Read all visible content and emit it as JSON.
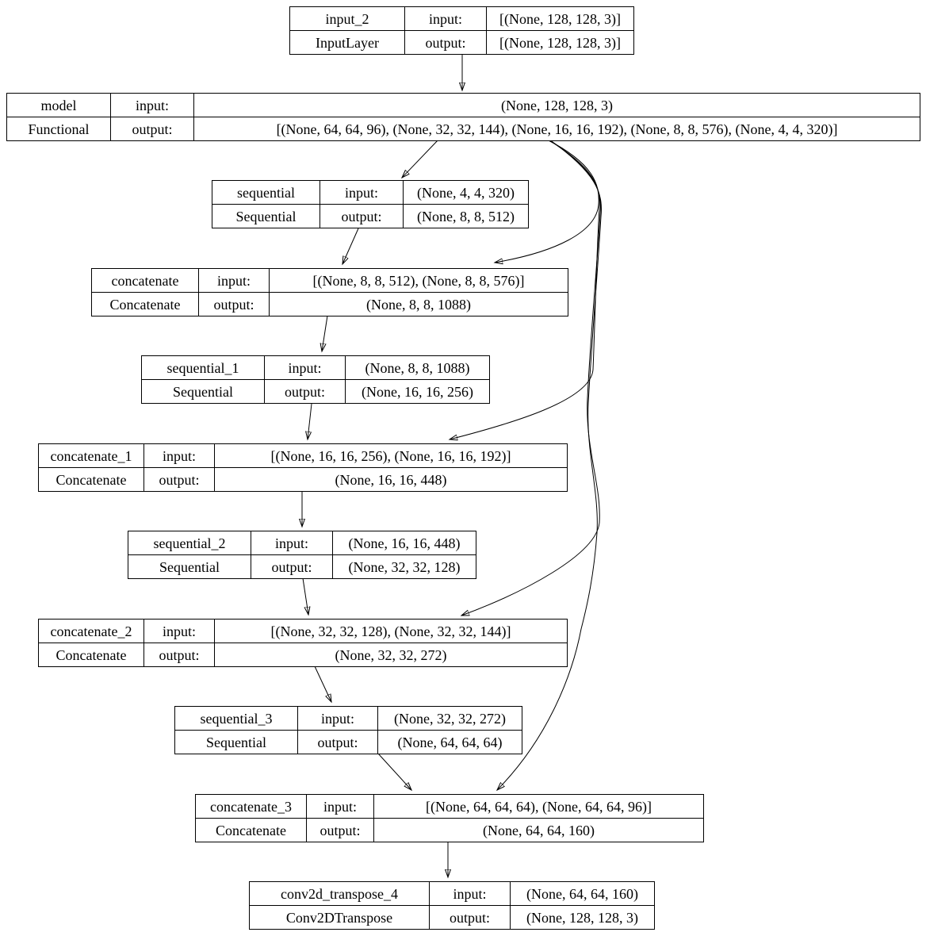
{
  "diagram": {
    "kind": "keras-model-architecture-graph",
    "labels": {
      "input": "input:",
      "output": "output:"
    },
    "nodes": [
      {
        "id": "input_2",
        "name": "input_2",
        "layer_type": "InputLayer",
        "input_shape": "[(None, 128, 128, 3)]",
        "output_shape": "[(None, 128, 128, 3)]"
      },
      {
        "id": "model",
        "name": "model",
        "layer_type": "Functional",
        "input_shape": "(None, 128, 128, 3)",
        "output_shape": "[(None, 64, 64, 96), (None, 32, 32, 144), (None, 16, 16, 192), (None, 8, 8, 576), (None, 4, 4, 320)]"
      },
      {
        "id": "sequential",
        "name": "sequential",
        "layer_type": "Sequential",
        "input_shape": "(None, 4, 4, 320)",
        "output_shape": "(None, 8, 8, 512)"
      },
      {
        "id": "concatenate",
        "name": "concatenate",
        "layer_type": "Concatenate",
        "input_shape": "[(None, 8, 8, 512), (None, 8, 8, 576)]",
        "output_shape": "(None, 8, 8, 1088)"
      },
      {
        "id": "sequential_1",
        "name": "sequential_1",
        "layer_type": "Sequential",
        "input_shape": "(None, 8, 8, 1088)",
        "output_shape": "(None, 16, 16, 256)"
      },
      {
        "id": "concatenate_1",
        "name": "concatenate_1",
        "layer_type": "Concatenate",
        "input_shape": "[(None, 16, 16, 256), (None, 16, 16, 192)]",
        "output_shape": "(None, 16, 16, 448)"
      },
      {
        "id": "sequential_2",
        "name": "sequential_2",
        "layer_type": "Sequential",
        "input_shape": "(None, 16, 16, 448)",
        "output_shape": "(None, 32, 32, 128)"
      },
      {
        "id": "concatenate_2",
        "name": "concatenate_2",
        "layer_type": "Concatenate",
        "input_shape": "[(None, 32, 32, 128), (None, 32, 32, 144)]",
        "output_shape": "(None, 32, 32, 272)"
      },
      {
        "id": "sequential_3",
        "name": "sequential_3",
        "layer_type": "Sequential",
        "input_shape": "(None, 32, 32, 272)",
        "output_shape": "(None, 64, 64, 64)"
      },
      {
        "id": "concatenate_3",
        "name": "concatenate_3",
        "layer_type": "Concatenate",
        "input_shape": "[(None, 64, 64, 64), (None, 64, 64, 96)]",
        "output_shape": "(None, 64, 64, 160)"
      },
      {
        "id": "conv2d_transpose_4",
        "name": "conv2d_transpose_4",
        "layer_type": "Conv2DTranspose",
        "input_shape": "(None, 64, 64, 160)",
        "output_shape": "(None, 128, 128, 3)"
      }
    ],
    "edges": [
      {
        "from": "input_2",
        "to": "model"
      },
      {
        "from": "model",
        "to": "sequential"
      },
      {
        "from": "model",
        "to": "concatenate"
      },
      {
        "from": "sequential",
        "to": "concatenate"
      },
      {
        "from": "concatenate",
        "to": "sequential_1"
      },
      {
        "from": "model",
        "to": "concatenate_1"
      },
      {
        "from": "sequential_1",
        "to": "concatenate_1"
      },
      {
        "from": "concatenate_1",
        "to": "sequential_2"
      },
      {
        "from": "model",
        "to": "concatenate_2"
      },
      {
        "from": "sequential_2",
        "to": "concatenate_2"
      },
      {
        "from": "concatenate_2",
        "to": "sequential_3"
      },
      {
        "from": "model",
        "to": "concatenate_3"
      },
      {
        "from": "sequential_3",
        "to": "concatenate_3"
      },
      {
        "from": "concatenate_3",
        "to": "conv2d_transpose_4"
      }
    ],
    "colors": {
      "node_border": "#000000",
      "edge": "#000000",
      "background": "#ffffff",
      "text": "#000000"
    }
  }
}
